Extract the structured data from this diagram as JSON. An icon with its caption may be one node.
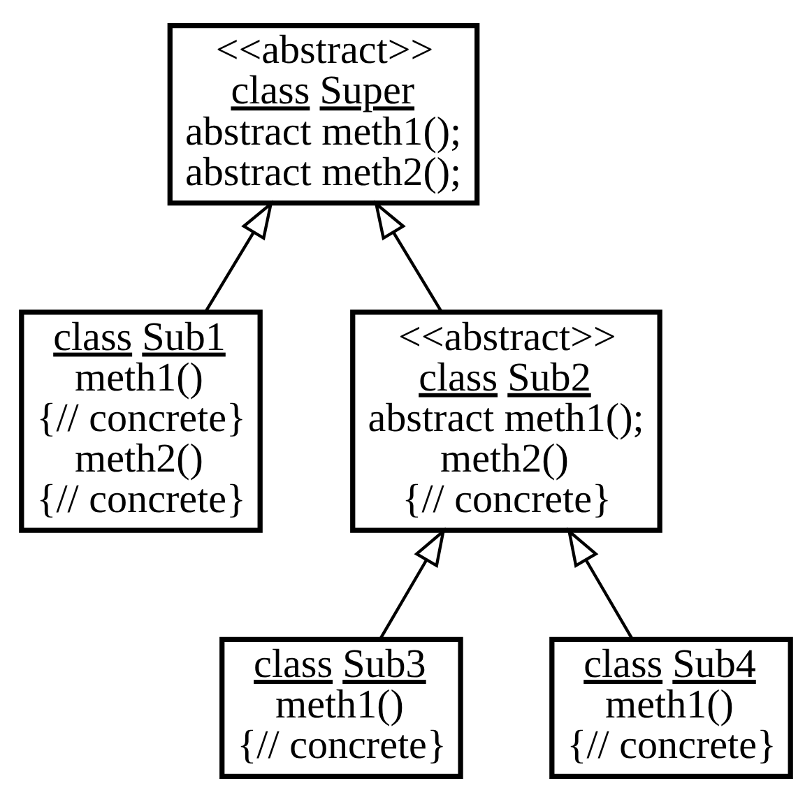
{
  "diagram": {
    "nodes": [
      {
        "text": [
          "<<abstract>>",
          "class Super",
          "abstract meth1();",
          "abstract meth2();"
        ]
      },
      {
        "text": [
          "class Sub1",
          "meth1()",
          "{// concrete}",
          "meth2()",
          "{// concrete}"
        ]
      },
      {
        "text": [
          "<<abstract>>",
          "class Sub2",
          "abstract meth1();",
          "meth2()",
          "{// concrete}"
        ]
      },
      {
        "text": [
          "class Sub3",
          "meth1()",
          "{// concrete}"
        ]
      },
      {
        "text": [
          "class Sub4",
          "meth1()",
          "{// concrete}"
        ]
      }
    ],
    "edges": [
      {
        "from": 1,
        "to": 0,
        "arrow": "to"
      },
      {
        "from": 2,
        "to": 0,
        "arrow": "to"
      },
      {
        "from": 3,
        "to": 2,
        "arrow": "to"
      },
      {
        "from": 4,
        "to": 2,
        "arrow": "to"
      }
    ]
  }
}
